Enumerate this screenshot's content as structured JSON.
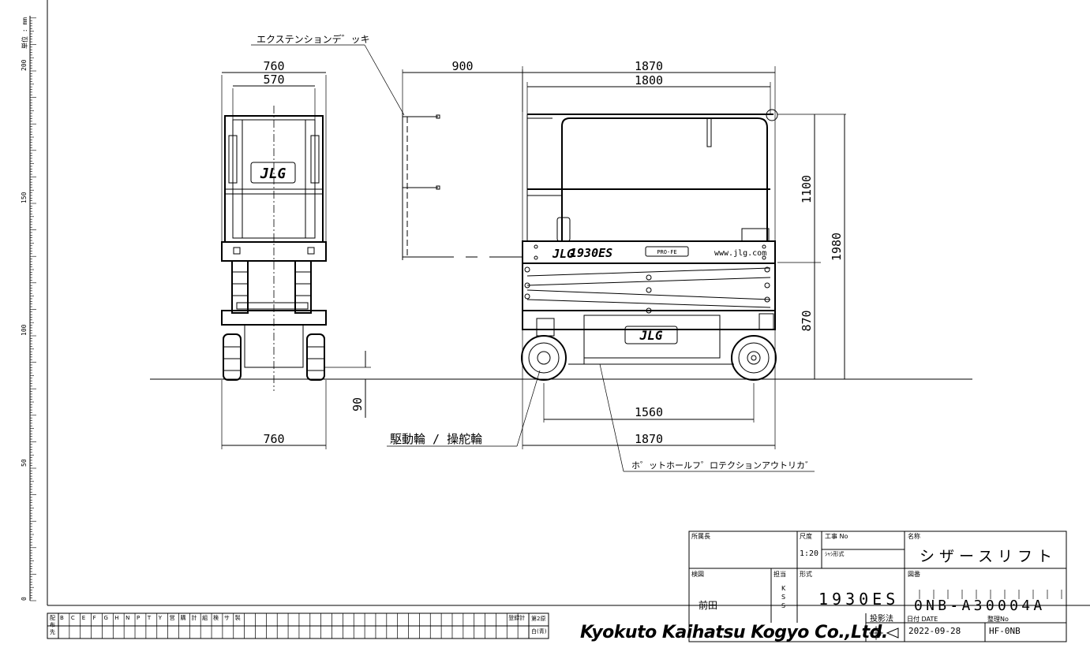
{
  "scale_ruler": {
    "unit_label": "単位 : mm",
    "marks": [
      "200",
      "150",
      "100",
      "50",
      "0"
    ]
  },
  "dimensions": {
    "front_width_outer": "760",
    "front_width_inner": "570",
    "extension": "900",
    "overall_length": "1870",
    "platform_length": "1800",
    "guardrail_height": "1100",
    "stowed_height": "1980",
    "platform_height": "870",
    "ground_clearance": "90",
    "front_width_bottom": "760",
    "wheelbase": "1560",
    "overall_length_bottom": "1870"
  },
  "callouts": {
    "extension_deck": "エクステンションデ゛ッキ",
    "drive_steer_wheel": "駆動輪 / 操舵輪",
    "pothole_protection": "ホ゜ットホールフ゜ロテクションアウトリカ゛"
  },
  "machine_labels": {
    "brand": "JLG",
    "model": "1930ES",
    "website": "www.jlg.com"
  },
  "title_block": {
    "dept_head_label": "所属長",
    "scale_label": "尺度",
    "scale_value": "1:20",
    "job_no_label": "工事 No",
    "vehicle_type_label": "ｼｬｼ形式",
    "name_label": "名称",
    "name_value": "シザースリフト",
    "checked_label": "検図",
    "checked_value": "前田",
    "charge_label": "担当",
    "charge_value": "KSS",
    "model_label": "形式",
    "model_value": "1930ES",
    "drawing_no_label": "図番",
    "drawing_no_value": "0NB-A30004A",
    "projection_label": "投影法",
    "date_label": "日付 DATE",
    "date_value": "2022-09-28",
    "ref_label": "整理No",
    "ref_value": "HF-0NB",
    "company": "Kyokuto Kaihatsu Kogyo Co.,Ltd."
  },
  "distribution_row": {
    "label": "配布先",
    "columns": [
      "B",
      "C",
      "E",
      "F",
      "G",
      "H",
      "N",
      "P",
      "T",
      "Y",
      "営",
      "購",
      "計",
      "組",
      "検",
      "サ",
      "製",
      "",
      "",
      "",
      "",
      "",
      "",
      "",
      "",
      "",
      "",
      "",
      "",
      "",
      "",
      "",
      "",
      "",
      "",
      "",
      "",
      "",
      "",
      "",
      "",
      "登録",
      "計"
    ],
    "sheet_no": "第2原",
    "sheet_sub": "白(青)"
  }
}
